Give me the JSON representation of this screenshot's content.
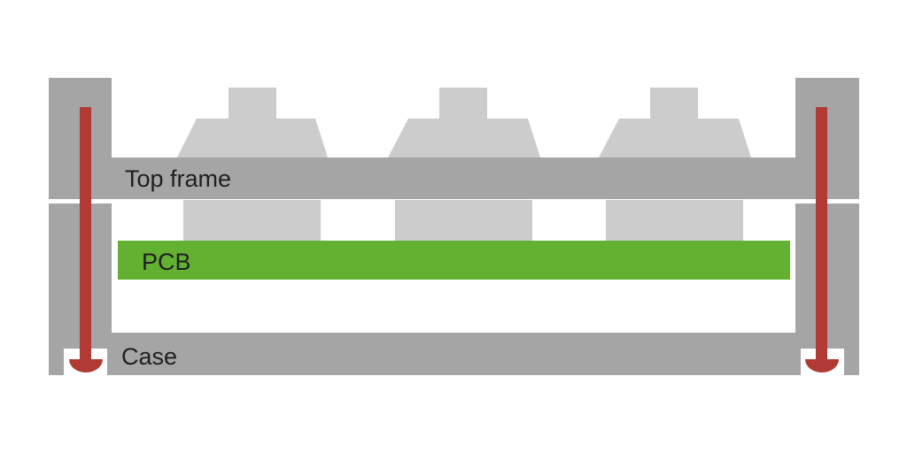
{
  "labels": {
    "top_frame": "Top frame",
    "pcb": "PCB",
    "case": "Case"
  },
  "colors": {
    "frame": "#a5a5a5",
    "keycap": "#cccccc",
    "pcb": "#62b130",
    "screw": "#b23a35",
    "background": "#ffffff"
  },
  "icons": {
    "screw": "screw-arrow-icon"
  }
}
